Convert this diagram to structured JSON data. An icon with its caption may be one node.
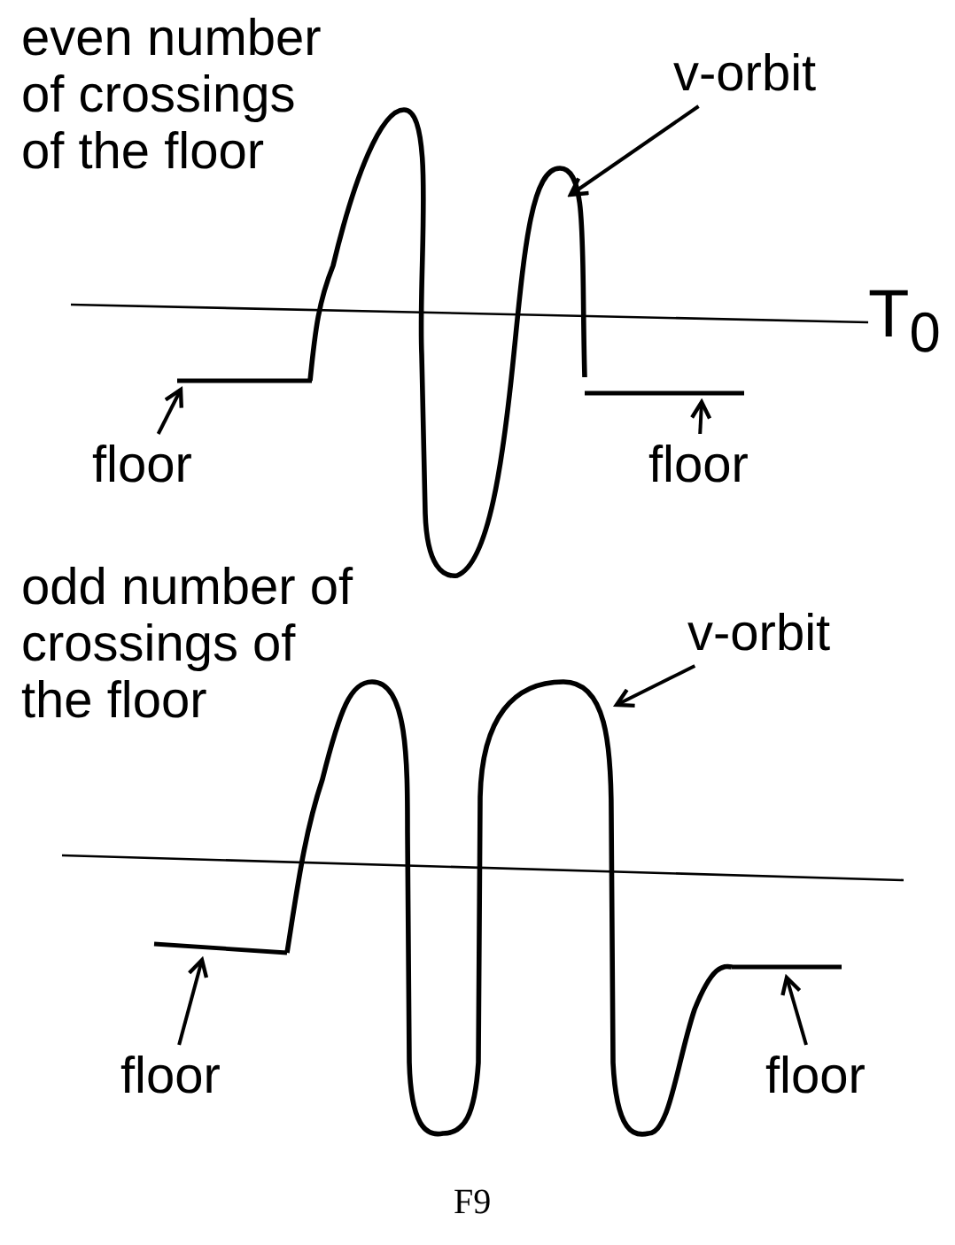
{
  "diagram": {
    "caption": "F9",
    "nodes": [
      {
        "text": [
          "v-orbit"
        ]
      },
      {
        "text": [],
        "shape": "curve"
      },
      {
        "text": [
          "floor"
        ]
      },
      {
        "text": [],
        "shape": "line"
      },
      {
        "text": [
          "floor"
        ]
      },
      {
        "text": [],
        "shape": "line"
      },
      {
        "text": [
          "v-orbit"
        ]
      },
      {
        "text": [],
        "shape": "curve"
      },
      {
        "text": [
          "floor"
        ]
      },
      {
        "text": [],
        "shape": "line"
      },
      {
        "text": [
          "floor"
        ]
      },
      {
        "text": [],
        "shape": "line"
      }
    ],
    "edges": [
      {
        "from": 0,
        "to": 1,
        "arrow": "to"
      },
      {
        "from": 2,
        "to": 3,
        "arrow": "to"
      },
      {
        "from": 4,
        "to": 5,
        "arrow": "to"
      },
      {
        "from": 6,
        "to": 7,
        "arrow": "to"
      },
      {
        "from": 8,
        "to": 9,
        "arrow": "to"
      },
      {
        "from": 10,
        "to": 11,
        "arrow": "to"
      }
    ],
    "labels": [
      "even number of crossings of the floor",
      "T$_{0}$",
      "odd number of crossings of the floor"
    ]
  }
}
